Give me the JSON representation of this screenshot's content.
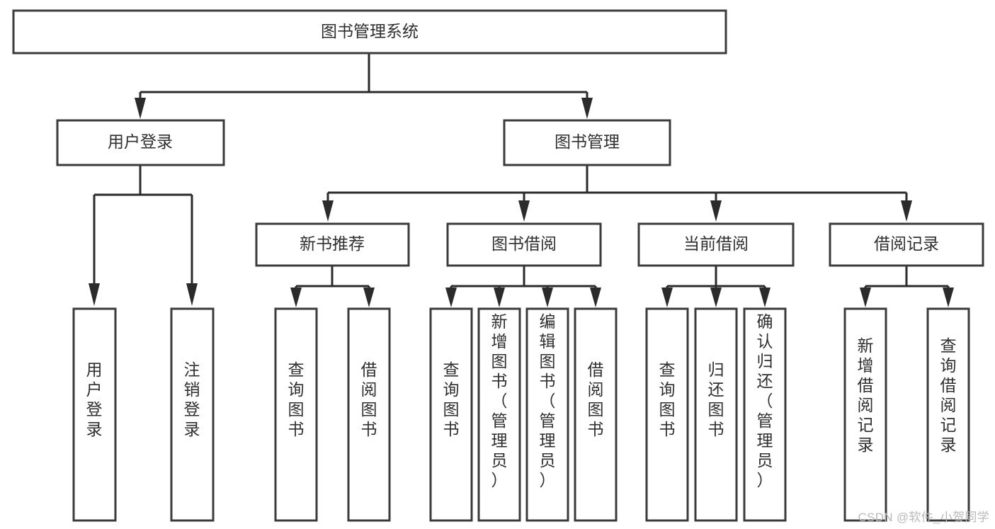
{
  "diagram": {
    "type": "tree-hierarchy",
    "title": "图书管理系统",
    "orientation": "top-down",
    "root": {
      "id": "root",
      "label": "图书管理系统"
    },
    "level2": [
      {
        "id": "user-login",
        "label": "用户登录"
      },
      {
        "id": "book-manage",
        "label": "图书管理"
      }
    ],
    "level3": [
      {
        "id": "new-book-rec",
        "label": "新书推荐",
        "parent": "book-manage"
      },
      {
        "id": "book-borrow",
        "label": "图书借阅",
        "parent": "book-manage"
      },
      {
        "id": "current-borrow",
        "label": "当前借阅",
        "parent": "book-manage"
      },
      {
        "id": "borrow-record",
        "label": "借阅记录",
        "parent": "book-manage"
      }
    ],
    "leaves": [
      {
        "id": "leaf-user-login",
        "label": "用户登录",
        "parent": "user-login"
      },
      {
        "id": "leaf-logout",
        "label": "注销登录",
        "parent": "user-login"
      },
      {
        "id": "leaf-query-book-1",
        "label": "查询图书",
        "parent": "new-book-rec"
      },
      {
        "id": "leaf-borrow-book-1",
        "label": "借阅图书",
        "parent": "new-book-rec"
      },
      {
        "id": "leaf-query-book-2",
        "label": "查询图书",
        "parent": "book-borrow"
      },
      {
        "id": "leaf-add-book",
        "label": "新增图书（管理员）",
        "parent": "book-borrow"
      },
      {
        "id": "leaf-edit-book",
        "label": "编辑图书（管理员）",
        "parent": "book-borrow"
      },
      {
        "id": "leaf-borrow-book-2",
        "label": "借阅图书",
        "parent": "book-borrow"
      },
      {
        "id": "leaf-query-book-3",
        "label": "查询图书",
        "parent": "current-borrow"
      },
      {
        "id": "leaf-return-book",
        "label": "归还图书",
        "parent": "current-borrow"
      },
      {
        "id": "leaf-confirm-return",
        "label": "确认归还（管理员）",
        "parent": "current-borrow"
      },
      {
        "id": "leaf-add-record",
        "label": "新增借阅记录",
        "parent": "borrow-record"
      },
      {
        "id": "leaf-query-record",
        "label": "查询借阅记录",
        "parent": "borrow-record"
      }
    ],
    "colors": {
      "box_stroke": "#3b3b3b",
      "box_fill": "#ffffff",
      "connector": "#2b2b2b",
      "text": "#2f2f2f",
      "background": "#ffffff",
      "watermark": "#b9b9b9"
    }
  },
  "watermark": {
    "text": "CSDN @软件_小贺同学"
  }
}
